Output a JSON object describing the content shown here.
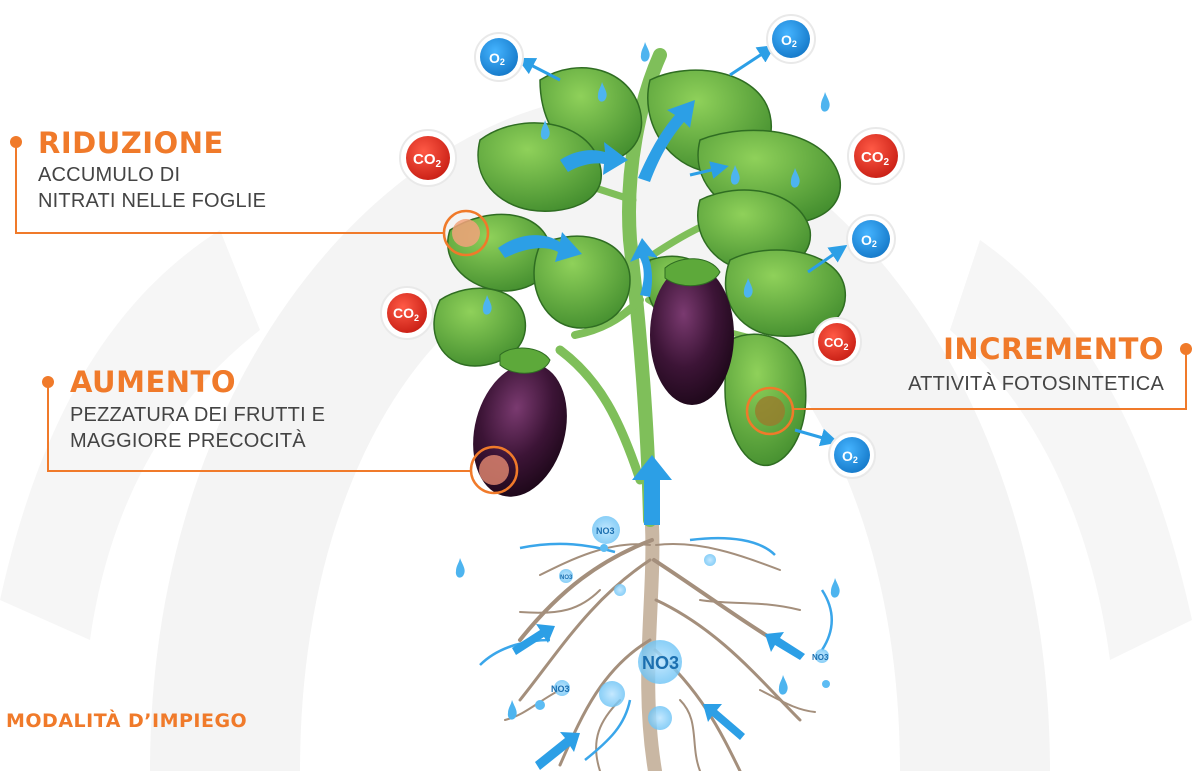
{
  "colors": {
    "accent": "#f07a2a",
    "text": "#444444",
    "co2": "#e03326",
    "o2": "#1f8fdc",
    "arrow": "#2c9fe6",
    "leaf": "#5aa935",
    "leaf_dark": "#3f7f2a",
    "fruit": "#3c1436",
    "root": "#9c8a78",
    "background_shape": "#f2f2f2"
  },
  "callouts": {
    "riduzione": {
      "title": "RIDUZIONE",
      "line1": "ACCUMULO DI",
      "line2": "NITRATI NELLE FOGLIE"
    },
    "aumento": {
      "title": "AUMENTO",
      "line1": "PEZZATURA DEI FRUTTI E",
      "line2": "MAGGIORE PRECOCITÀ"
    },
    "incremento": {
      "title": "INCREMENTO",
      "line1": "ATTIVITÀ FOTOSINTETICA"
    }
  },
  "section": {
    "title": "MODALITÀ D’IMPIEGO"
  },
  "molecules": {
    "co2": "CO",
    "co2_sub": "2",
    "o2": "O",
    "o2_sub": "2",
    "no3": "NO3"
  }
}
